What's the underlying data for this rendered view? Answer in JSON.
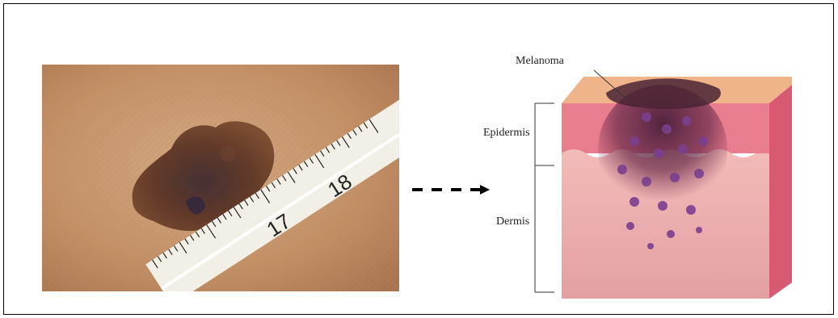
{
  "diagram": {
    "labels": {
      "melanoma": "Melanoma",
      "epidermis": "Epidermis",
      "dermis": "Dermis"
    }
  },
  "ruler": {
    "numbers": [
      "17",
      "18"
    ]
  },
  "colors": {
    "skin_photo": "#c89a73",
    "mole": "#5a3524",
    "epidermis": "#e57b8c",
    "dermis": "#eeb0ae",
    "tumor": "#6a3a70",
    "arrow": "#000000"
  }
}
